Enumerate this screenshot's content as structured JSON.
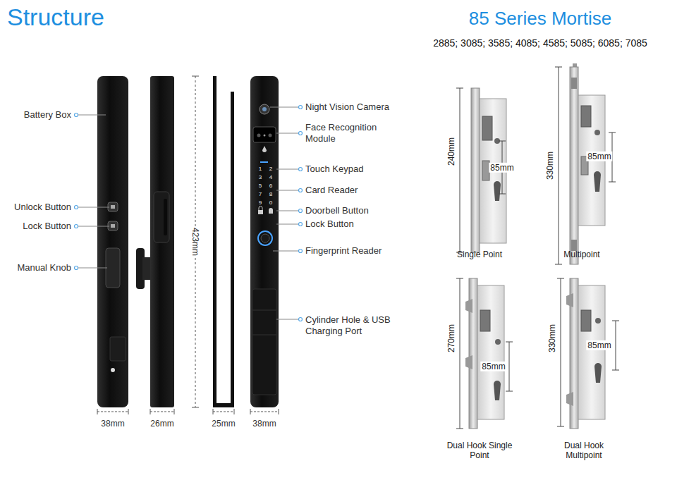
{
  "diagram": {
    "title": "Structure",
    "labels": [
      "85 Series Mortise",
      "2885; 3085; 3585; 4085; 4585; 5085; 6085; 7085",
      "Battery Box",
      "Unlock Button",
      "Lock Button",
      "Manual Knob",
      "Night Vision Camera",
      "Face Recognition Module",
      "Touch Keypad",
      "Card Reader",
      "Doorbell Button",
      "Lock Button",
      "Fingerprint Reader",
      "Cylinder Hole & USB Charging Port",
      "423mm",
      "38mm",
      "26mm",
      "25mm",
      "38mm",
      "1",
      "2",
      "3",
      "4",
      "5",
      "6",
      "7",
      "8",
      "9",
      "0",
      "240mm",
      "85mm",
      "Single Point",
      "330mm",
      "85mm",
      "Multipoint",
      "270mm",
      "85mm",
      "Dual Hook Single Point",
      "330mm",
      "85mm",
      "Dual Hook Multipoint"
    ]
  }
}
